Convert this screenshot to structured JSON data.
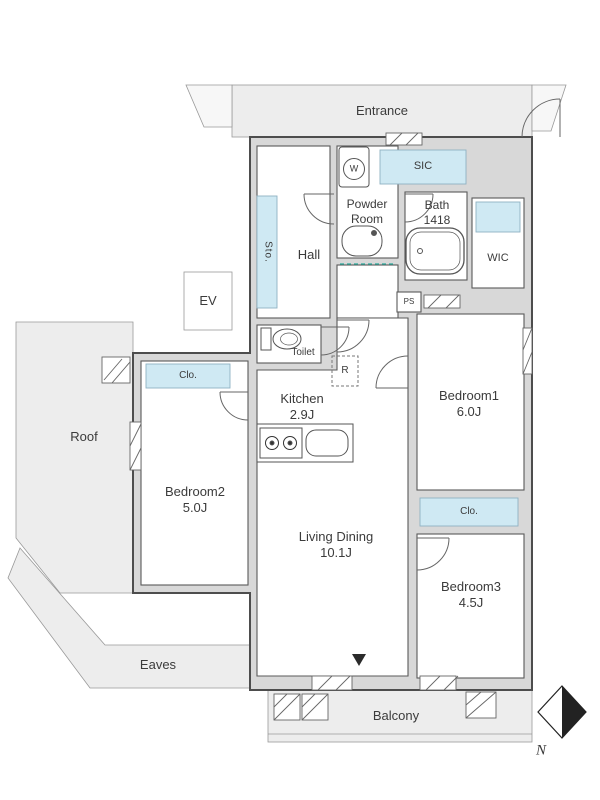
{
  "colors": {
    "closet": "#cfe9f3",
    "wall": "#d8d8d8",
    "outdoor": "#ededed",
    "line": "#4d4d4d",
    "slide_door": "#2aa99a"
  },
  "rooms": {
    "entrance": {
      "label": "Entrance"
    },
    "ev": {
      "label": "EV"
    },
    "hall": {
      "label": "Hall"
    },
    "storage": {
      "label": "Sto."
    },
    "powder_room": {
      "label": "Powder Room"
    },
    "bath": {
      "label": "Bath",
      "size": "1418"
    },
    "sic": {
      "label": "SIC"
    },
    "wic": {
      "label": "WIC"
    },
    "ps": {
      "label": "PS"
    },
    "toilet": {
      "label": "Toilet"
    },
    "kitchen": {
      "label": "Kitchen",
      "size": "2.9J"
    },
    "living_dining": {
      "label": "Living Dining",
      "size": "10.1J"
    },
    "bedroom1": {
      "label": "Bedroom1",
      "size": "6.0J"
    },
    "bedroom2": {
      "label": "Bedroom2",
      "size": "5.0J"
    },
    "bedroom3": {
      "label": "Bedroom3",
      "size": "4.5J"
    },
    "closet_bedroom2": {
      "label": "Clo."
    },
    "closet_bedroom3": {
      "label": "Clo."
    },
    "roof": {
      "label": "Roof"
    },
    "eaves": {
      "label": "Eaves"
    },
    "balcony": {
      "label": "Balcony"
    }
  },
  "fixtures": {
    "washer_label": "W",
    "refrigerator_label": "R"
  },
  "compass": {
    "north_label": "N"
  }
}
